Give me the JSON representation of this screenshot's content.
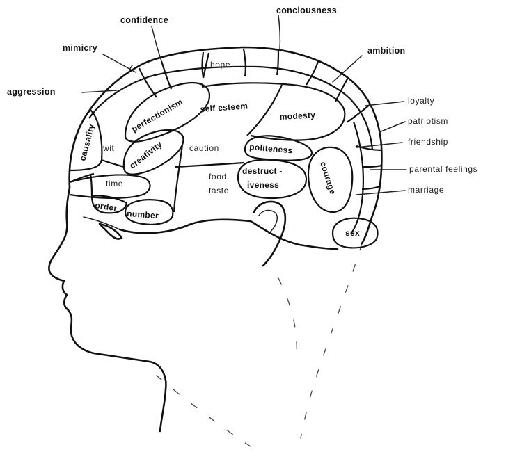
{
  "external_labels": {
    "confidence": "confidence",
    "conciousness": "conciousness",
    "mimicry": "mimicry",
    "ambition": "ambition",
    "aggression": "aggression",
    "loyalty": "loyalty",
    "patriotism": "patriotism",
    "friendship": "friendship",
    "parental_feelings": "parental feelings",
    "marriage": "marriage"
  },
  "regions": {
    "hope": "hope",
    "self_esteem": "self esteem",
    "perfectionism": "perfectionism",
    "modesty": "modesty",
    "causality": "causality",
    "wit": "wit",
    "creativity": "creativity",
    "caution": "caution",
    "politeness": "politeness",
    "courage": "courage",
    "time": "time",
    "food_taste_1": "food",
    "food_taste_2": "taste",
    "destructiveness_1": "destruct -",
    "destructiveness_2": "iveness",
    "order": "order",
    "number": "number",
    "sex": "sex"
  }
}
